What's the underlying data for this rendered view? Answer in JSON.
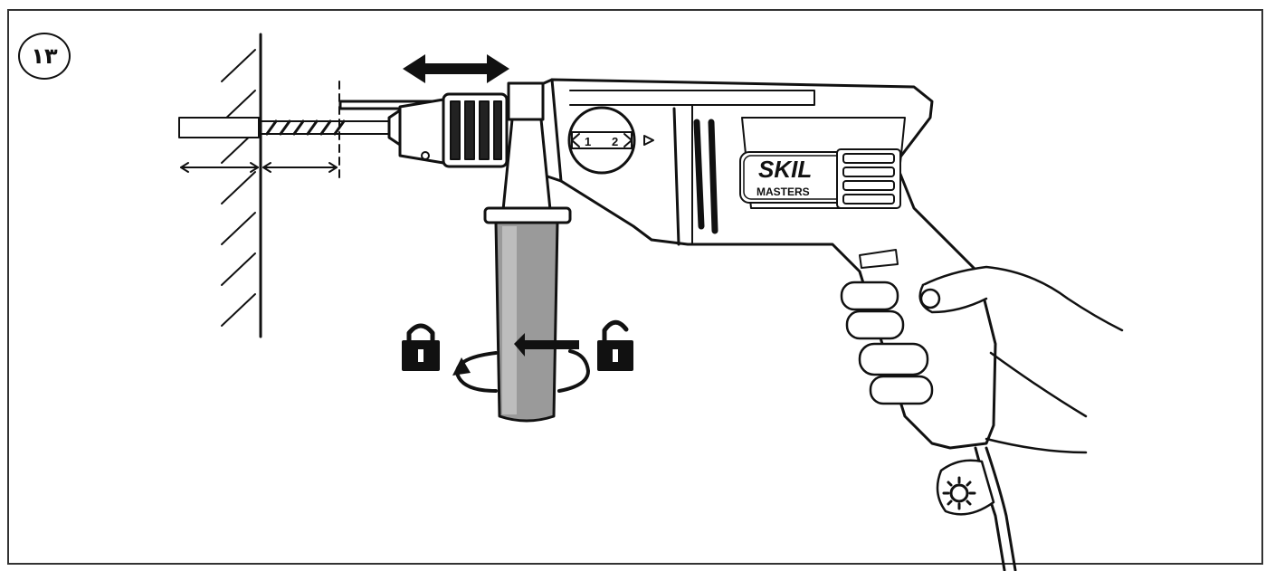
{
  "figure": {
    "number": "۱۳"
  },
  "drill": {
    "brand": "SKIL",
    "series": "MASTERS",
    "mode_left": "1",
    "mode_right": "2"
  },
  "colors": {
    "line": "#111111",
    "handle_grip": "#9a9a9a",
    "background": "#ffffff"
  },
  "icons": [
    "lock-closed-icon",
    "lock-open-icon",
    "double-arrow-icon",
    "rotate-arrow-icon",
    "cord-flex-icon"
  ]
}
